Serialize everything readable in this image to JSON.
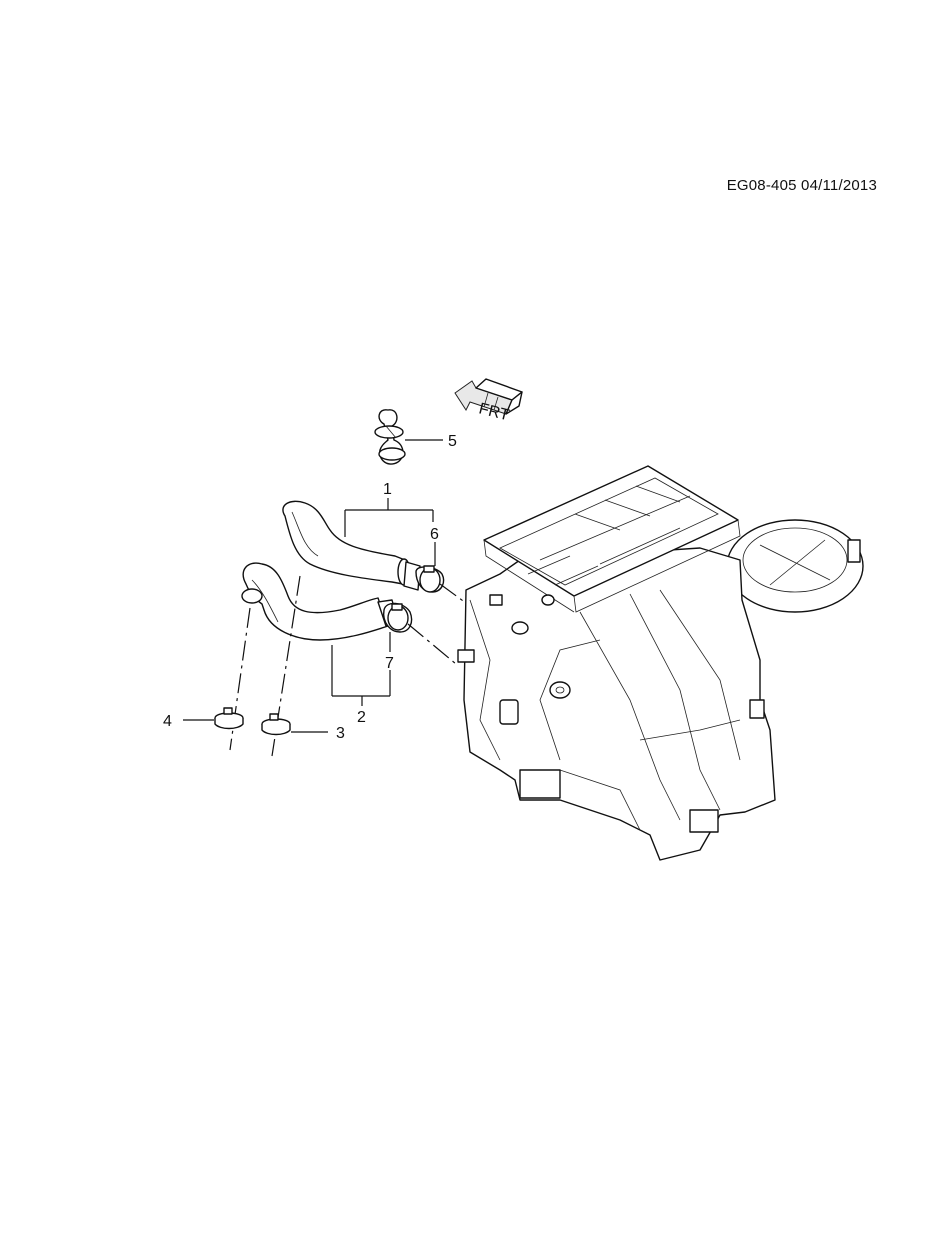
{
  "document": {
    "reference": "EG08-405 04/11/2013"
  },
  "direction_marker": {
    "label": "FRT",
    "icon": "front-direction-arrow-icon"
  },
  "callouts": [
    {
      "id": "1",
      "label": "1"
    },
    {
      "id": "2",
      "label": "2"
    },
    {
      "id": "3",
      "label": "3"
    },
    {
      "id": "4",
      "label": "4"
    },
    {
      "id": "5",
      "label": "5"
    },
    {
      "id": "6",
      "label": "6"
    },
    {
      "id": "7",
      "label": "7"
    }
  ]
}
